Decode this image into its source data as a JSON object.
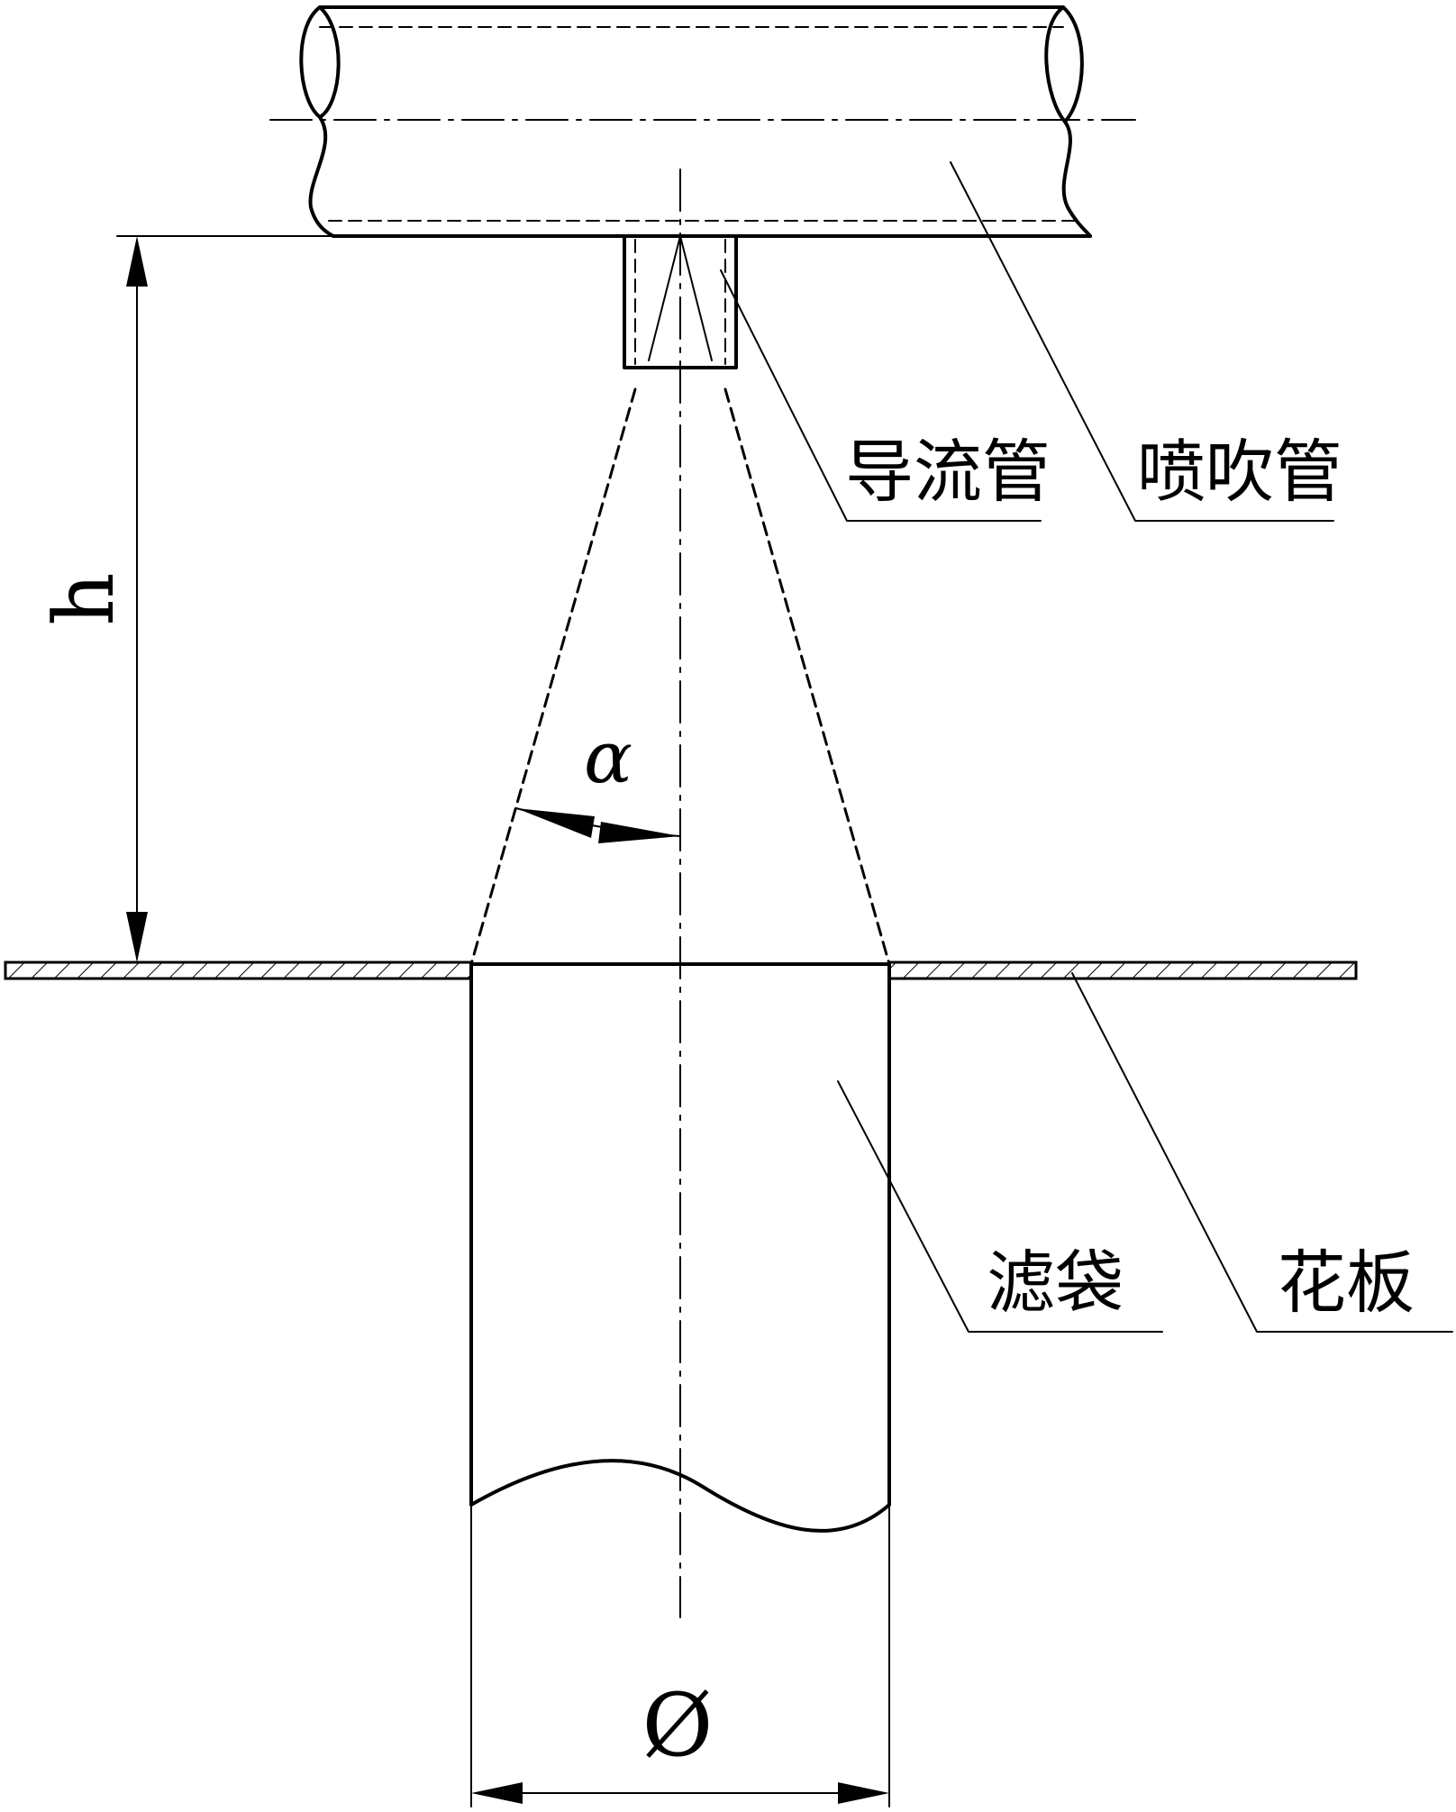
{
  "labels": {
    "diversion_tube": "导流管",
    "blow_pipe": "喷吹管",
    "filter_bag": "滤袋",
    "orifice_plate": "花板"
  },
  "dimensions": {
    "height": "h",
    "angle": "α",
    "diameter": "Ø"
  },
  "colors": {
    "stroke": "#000000",
    "background": "#ffffff"
  }
}
